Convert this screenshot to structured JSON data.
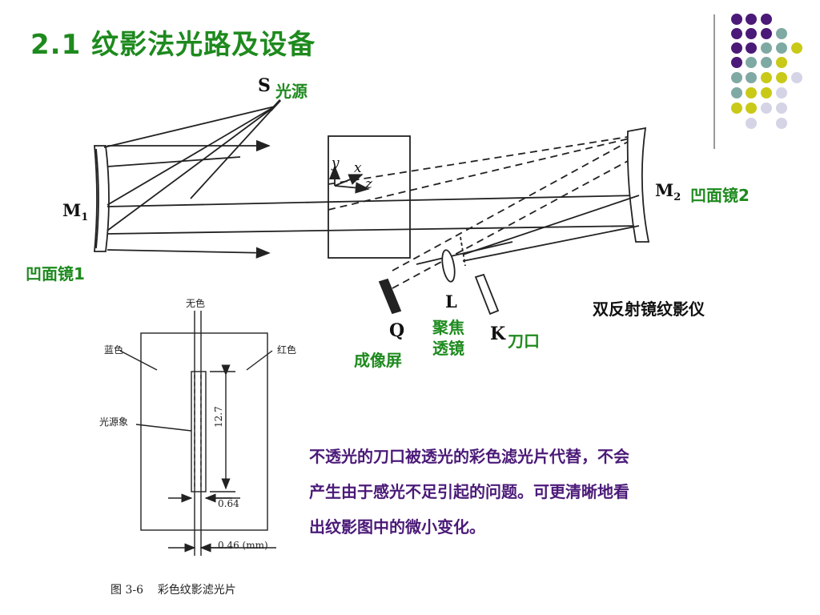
{
  "slide": {
    "title": "2.1 纹影法光路及设备"
  },
  "schlieren_diagram": {
    "source_letter": "S",
    "source_label": "光源",
    "mirror1_letter": "M",
    "mirror1_sub": "1",
    "mirror1_label": "凹面镜1",
    "mirror2_letter": "M",
    "mirror2_sub": "2",
    "mirror2_label": "凹面镜2",
    "axis_y": "y",
    "axis_x": "x",
    "axis_z": "z",
    "lens_letter": "L",
    "lens_label_line1": "聚焦",
    "lens_label_line2": "透镜",
    "knife_letter": "K",
    "knife_label": "刀口",
    "screen_letter": "Q",
    "screen_label": "成像屏",
    "instrument_name": "双反射镜纹影仪"
  },
  "filter_figure": {
    "top_label": "无色",
    "left_label": "蓝色",
    "right_label": "红色",
    "source_image_label": "光源象",
    "height_dim": "12.7",
    "width_dim": "0.64",
    "gap_dim": "0.46 (mm)",
    "caption_number": "图 3-6",
    "caption_text": "彩色纹影滤光片"
  },
  "explanation": {
    "line1": "不透光的刀口被透光的彩色滤光片代替，不会",
    "line2": "产生由于感光不足引起的问题。可更清晰地看",
    "line3": "出纹影图中的微小变化。"
  },
  "decor": {
    "colors": {
      "purple": "#4b1a78",
      "teal": "#7fa9a3",
      "olive": "#c9c918",
      "lavender": "#d4d4e6",
      "title_green": "#1e8a1e"
    }
  }
}
